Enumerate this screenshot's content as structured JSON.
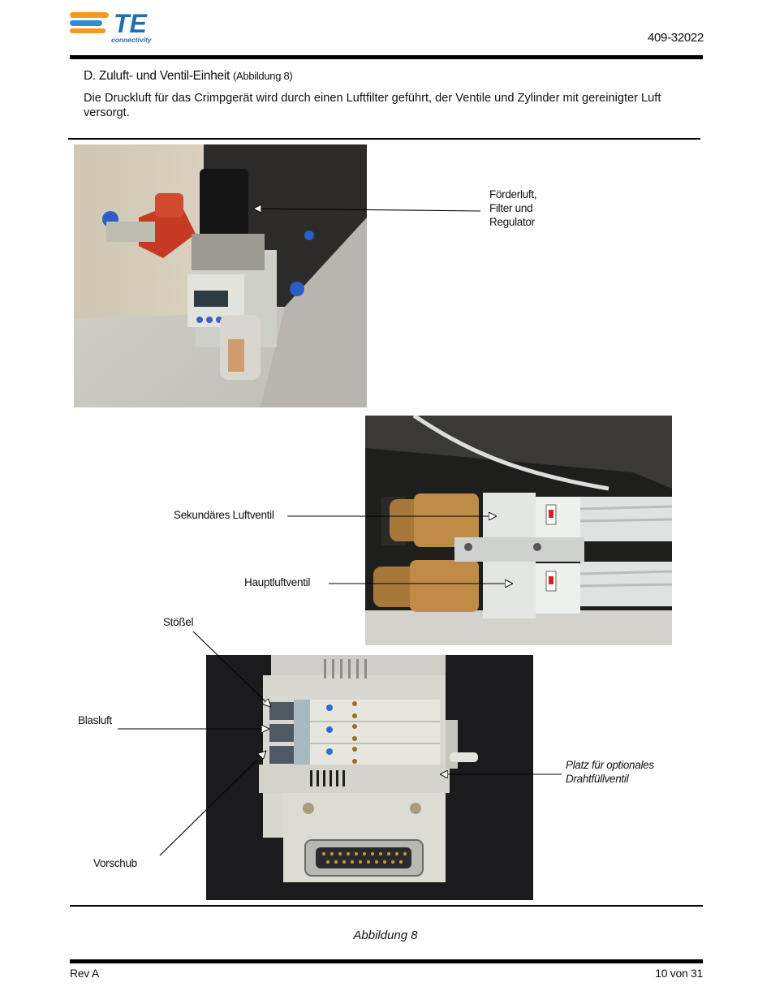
{
  "header": {
    "logo_text": "TE",
    "logo_subtext": "connectivity",
    "doc_number": "409-32022"
  },
  "section": {
    "title": "D. Zuluft- und Ventil-Einheit",
    "title_ref": "(Abbildung 8)",
    "intro": "Die Druckluft für das Crimpgerät wird durch einen Luftfilter geführt, der Ventile und Zylinder mit gereinigter Luft versorgt."
  },
  "callouts": {
    "filter": [
      "Förderluft,",
      "Filter und",
      "Regulator"
    ],
    "secondary_valve": "Sekundäres Luftventil",
    "main_valve": "Hauptluftventil",
    "plunger": "Stößel",
    "blow_air": "Blasluft",
    "optional_valve": [
      "Platz für optionales",
      "Drahtfüllventil"
    ],
    "feed": "Vorschub"
  },
  "caption": "Abbildung 8",
  "footer": {
    "revision": "Rev A",
    "page": "10 von 31"
  },
  "colors": {
    "te_orange": "#f39a1e",
    "te_blue": "#1f6fb2",
    "rule": "#000000"
  }
}
